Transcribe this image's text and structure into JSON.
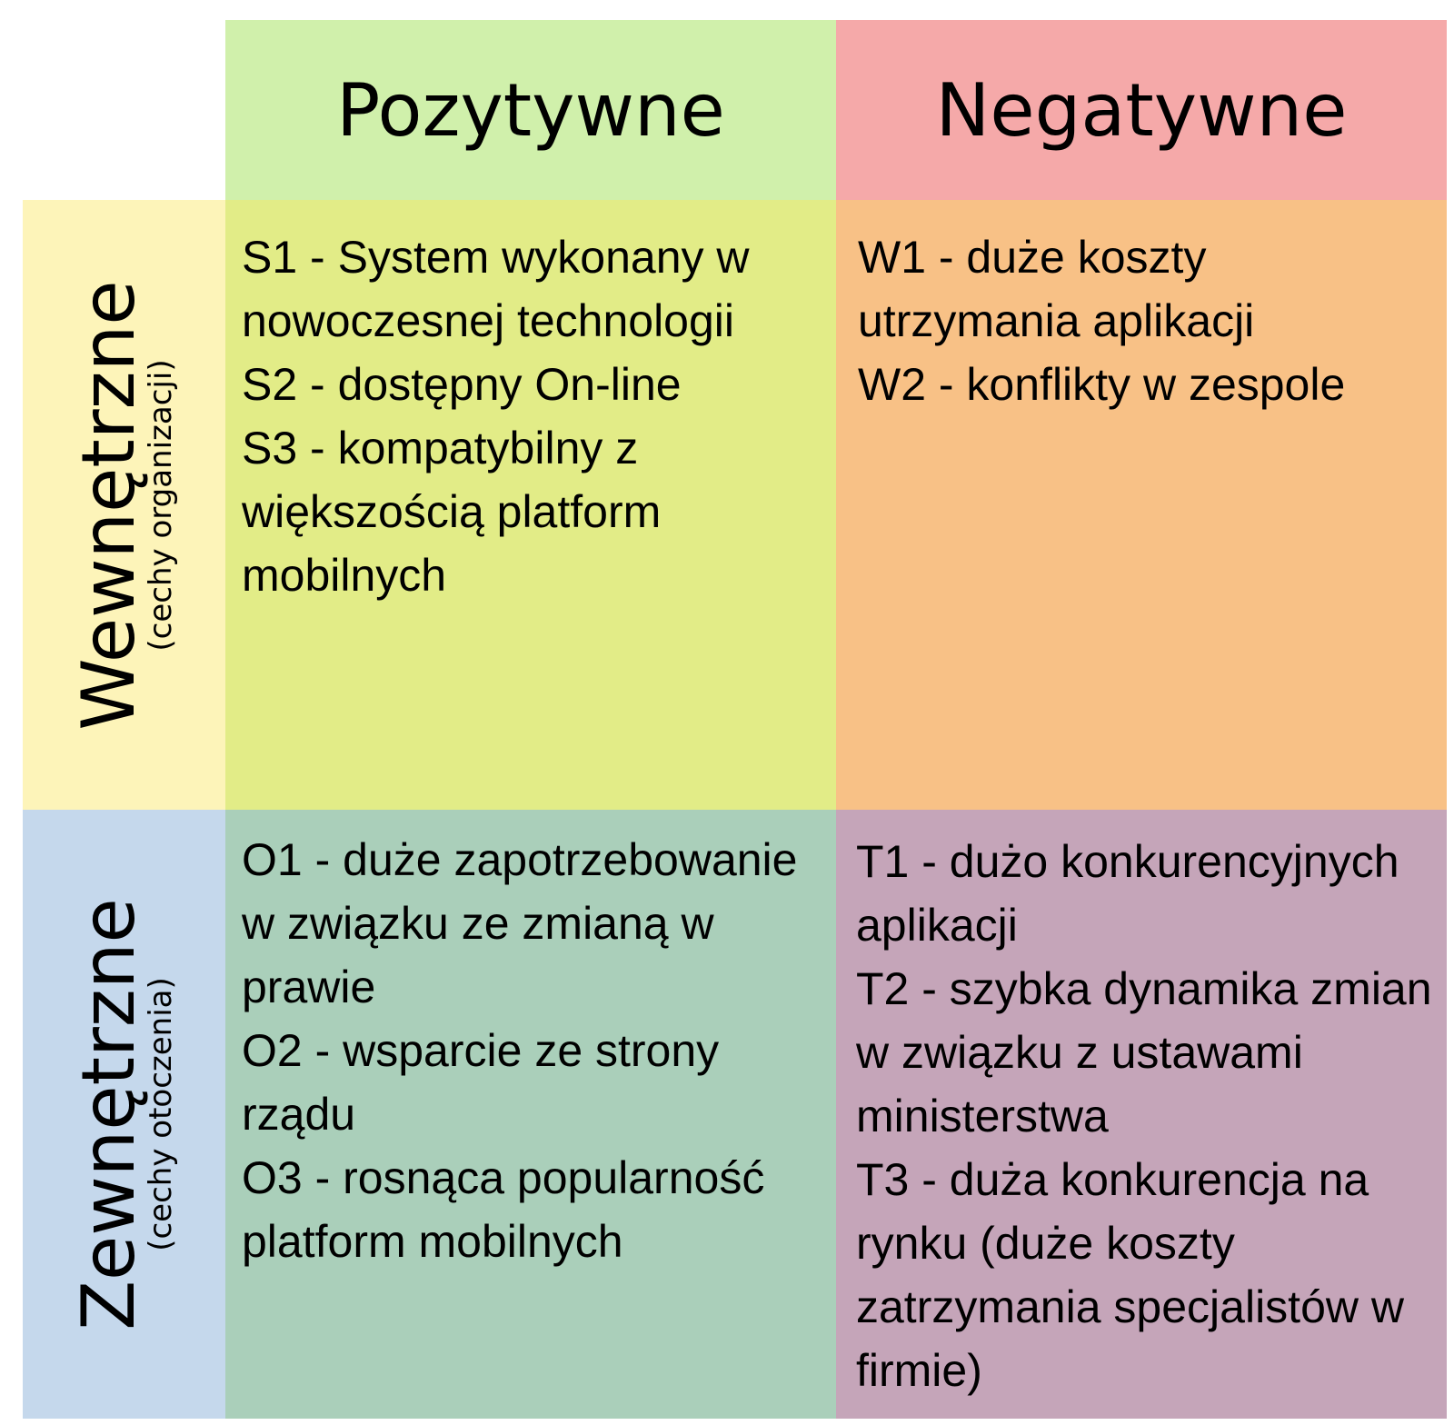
{
  "columns": {
    "positive": {
      "label": "Pozytywne",
      "color": "#d0f0ab"
    },
    "negative": {
      "label": "Negatywne",
      "color": "#f5a9a9"
    }
  },
  "rows": {
    "internal": {
      "label": "Wewnętrzne",
      "sublabel": "(cechy organizacji)",
      "color": "#fdf4b9"
    },
    "external": {
      "label": "Zewnętrzne",
      "sublabel": "(cechy otoczenia)",
      "color": "#c5d8ec"
    }
  },
  "quadrants": {
    "strengths": {
      "color": "#e2ec87",
      "items": [
        "S1 - System wykonany w nowoczesnej technologii",
        "S2 - dostępny On-line",
        "S3 - kompatybilny z większością platform mobilnych"
      ]
    },
    "weaknesses": {
      "color": "#f8c186",
      "items": [
        "W1 - duże koszty utrzymania aplikacji",
        "W2 - konflikty w zespole"
      ]
    },
    "opportunities": {
      "color": "#aacfba",
      "items": [
        "O1 - duże zapotrzebowanie w związku ze zmianą w prawie",
        "O2 - wsparcie ze strony rządu",
        "O3 - rosnąca popularność platform mobilnych"
      ]
    },
    "threats": {
      "color": "#c5a5b9",
      "items": [
        "T1 - dużo konkurencyjnych aplikacji",
        "T2 - szybka dynamika zmian w związku z ustawami ministerstwa",
        "T3 - duża konkurencja na rynku (duże koszty zatrzymania specjalistów w firmie)"
      ]
    }
  }
}
